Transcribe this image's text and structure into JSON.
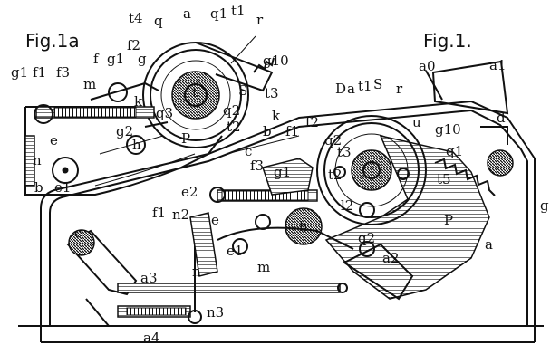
{
  "figure_labels": {
    "left": "Fig.1a",
    "right": "Fig.1."
  },
  "left_labels": [
    "a",
    "q1",
    "t1",
    "r",
    "t4",
    "q",
    "f2",
    "f",
    "g1",
    "g",
    "g1",
    "f1",
    "f3",
    "m",
    "g10",
    "t",
    "S",
    "t3",
    "k",
    "q3",
    "q2",
    "t2",
    "g2",
    "h",
    "P",
    "e",
    "n",
    "e1",
    "b"
  ],
  "right_labels": [
    "a0",
    "a1",
    "D",
    "a",
    "t1",
    "S",
    "r",
    "d",
    "g",
    "g10",
    "u",
    "q1",
    "t5",
    "q2",
    "t3",
    "t2",
    "f2",
    "f1",
    "k",
    "b",
    "c",
    "f3",
    "g1",
    "e2",
    "f1",
    "n2",
    "e",
    "h",
    "l2",
    "P",
    "a",
    "q2",
    "a2",
    "e1",
    "m",
    "c",
    "n",
    "a3",
    "n3",
    "a4"
  ],
  "icons": {
    "drawing": "patent-mechanism-drawing"
  }
}
